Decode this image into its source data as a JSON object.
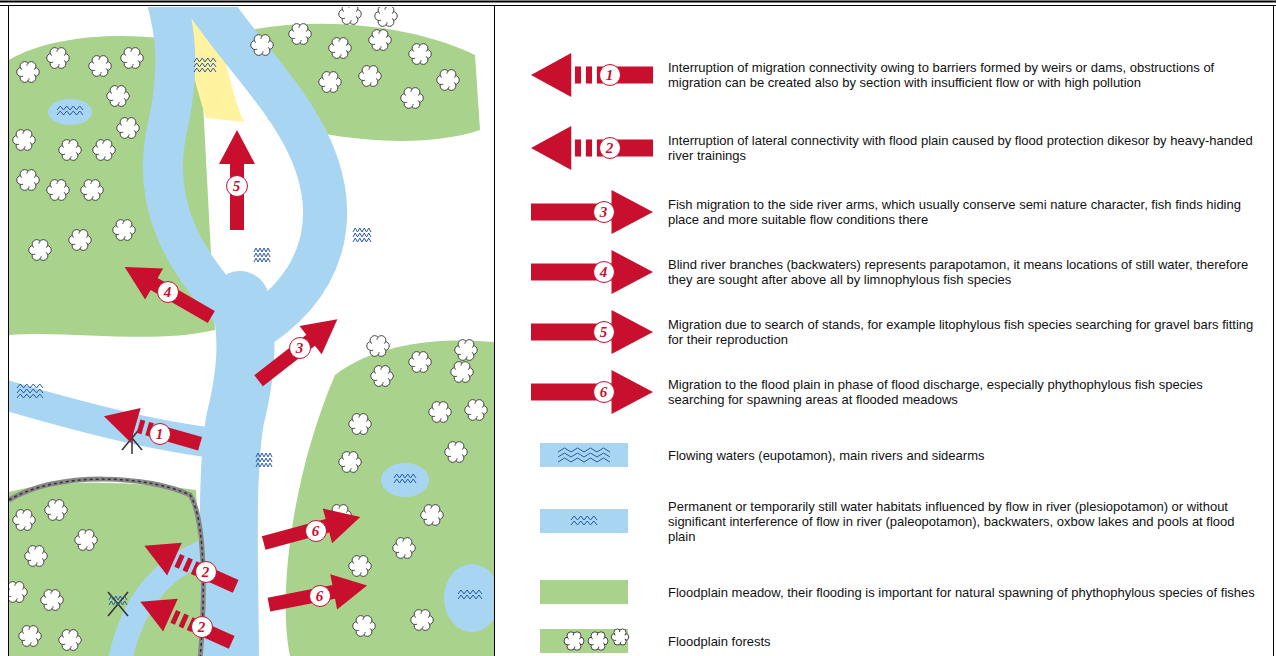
{
  "diagram": {
    "labels": [
      "5",
      "4",
      "3",
      "1",
      "2",
      "6",
      "6",
      "2",
      "1",
      "2",
      "3",
      "4",
      "5",
      "6"
    ],
    "legend": [
      {
        "text": "Interruption of migration connectivity owing to barriers formed by weirs or dams, obstructions of migration can be created also by section with insufficient flow or with high pollution"
      },
      {
        "text": "Interruption of lateral connectivity with flood plain caused by flood protection dikesor by heavy-handed river trainings"
      },
      {
        "text": "Fish migration to the side river arms, which usually conserve semi nature character, fish finds hiding place and more suitable flow conditions there"
      },
      {
        "text": "Blind river branches (backwaters) represents parapotamon, it means locations of still water, therefore they are sought after above all by limnophylous fish species"
      },
      {
        "text": "Migration due to search of stands, for example litophylous fish species searching for gravel bars fitting for their reproduction"
      },
      {
        "text": "Migration to the flood plain in phase of flood discharge, especially phythophylous fish species searching for spawning areas at flooded meadows"
      },
      {
        "text": "Flowing waters (eupotamon), main rivers and sidearms",
        "color": "#a8d5f2"
      },
      {
        "text": "Permanent or temporarily still water habitats influenced by flow in river (plesiopotamon) or without significant interference of flow in river (paleopotamon), backwaters, oxbow lakes and pools at flood plain",
        "color": "#a8d5f2"
      },
      {
        "text": "Floodplain meadow, their flooding is important for natural spawning of phythophylous species of fishes",
        "color": "#a9d38c"
      },
      {
        "text": "Floodplain forests",
        "color": "#a9d38c"
      }
    ]
  }
}
